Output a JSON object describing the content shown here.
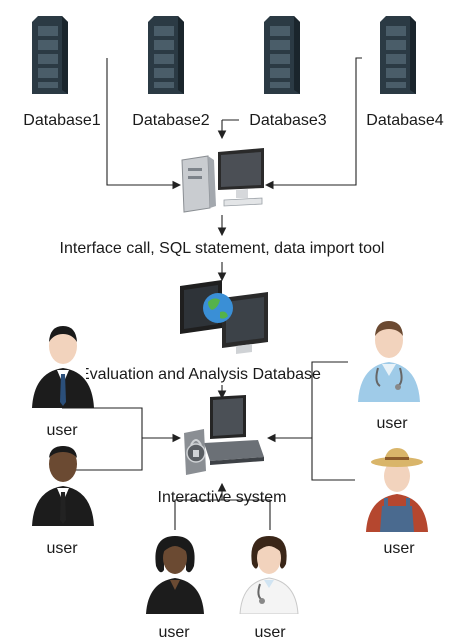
{
  "databases": [
    {
      "label": "Database1",
      "icon": "server-rack-icon"
    },
    {
      "label": "Database2",
      "icon": "server-rack-icon"
    },
    {
      "label": "Database3",
      "icon": "server-rack-icon"
    },
    {
      "label": "Database4",
      "icon": "server-rack-icon"
    }
  ],
  "integration": {
    "icon": "desktop-computer-icon",
    "caption": "Interface call, SQL statement, data import tool"
  },
  "evaluation": {
    "icon": "globe-monitor-icon",
    "caption": "Evaluation and Analysis Database"
  },
  "interactive": {
    "icon": "secure-workstation-icon",
    "caption": "Interactive system"
  },
  "users": [
    {
      "label": "user",
      "icon": "businessman-icon"
    },
    {
      "label": "user",
      "icon": "businessman-dark-icon"
    },
    {
      "label": "user",
      "icon": "doctor-icon"
    },
    {
      "label": "user",
      "icon": "farmer-icon"
    },
    {
      "label": "user",
      "icon": "businesswoman-icon"
    },
    {
      "label": "user",
      "icon": "nurse-icon"
    }
  ],
  "colors": {
    "line": "#222222",
    "server": "#2b3a44",
    "suit": "#1c1c1c",
    "screen": "#3a8fd6"
  }
}
